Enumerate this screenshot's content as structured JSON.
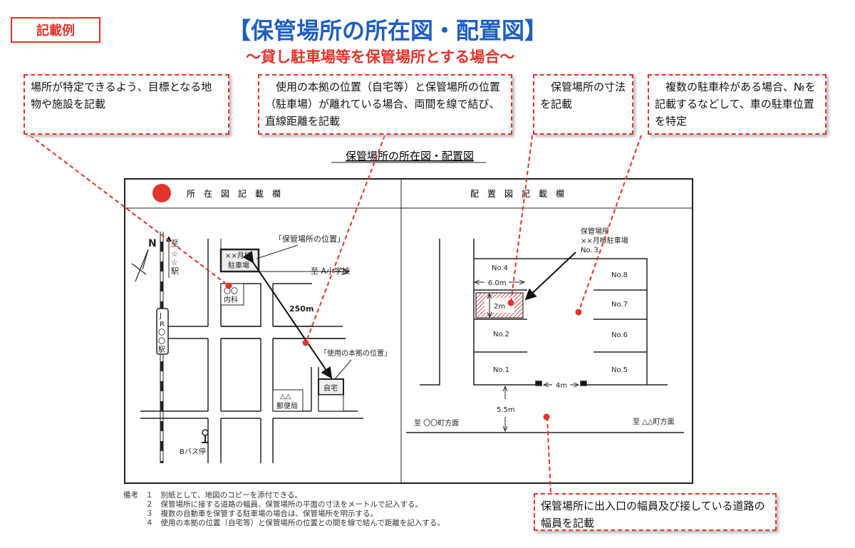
{
  "badge": "記載例",
  "title": "【保管場所の所在図・配置図】",
  "subtitle": "～貸し駐車場等を保管場所とする場合～",
  "callouts": [
    "場所が特定できるよう、目標となる地物や施設を記載",
    "使用の本拠の位置（自宅等）と保管場所の位置（駐車場）が離れている場合、両間を線で結び、直線距離を記載",
    "保管場所の寸法を記載",
    "複数の駐車枠がある場合、№を記載するなどして、車の駐車位置を特定",
    "保管場所に出入口の幅員及び接している道路の幅員を記載"
  ],
  "figure_title": "保管場所の所在図・配置図",
  "left_header": "所　在　図　記　載　欄",
  "right_header": "配　置　図　記　載　欄",
  "map": {
    "north": "N",
    "to_station": [
      "至",
      "☆",
      "☆",
      "駅"
    ],
    "station": [
      "J",
      "R",
      "〇",
      "〇",
      "駅"
    ],
    "parking_label": "「保管場所の位置」",
    "parking": [
      "××月極",
      "駐車場"
    ],
    "to_school": "至 A小学校",
    "clinic": [
      "〇〇",
      "内科"
    ],
    "distance": "250m",
    "home_label": "「使用の本拠の位置」",
    "home": "自宅",
    "post": [
      "△△",
      "郵便局"
    ],
    "bus": "Bバス停"
  },
  "layout": {
    "storage": [
      "保管場所",
      "××月極駐車場",
      "No.３"
    ],
    "stalls": [
      "No.4",
      "No.2",
      "No.1",
      "No.8",
      "No.7",
      "No.6",
      "No.5"
    ],
    "width": "6.0m",
    "depth": "2m",
    "gate": "4m",
    "road": "5.5m",
    "to_left": "至 〇〇町方面",
    "to_right": "至 △△町方面"
  },
  "notes": "備考　１　別紙として、地図のコピーを添付できる。\n　　　２　保管場所に接する道路の幅員、保管場所の平面の寸法をメートルで記入する。\n　　　３　複数の自動車を保管する駐車場の場合は、保管場所を明示する。\n　　　４　使用の本拠の位置（自宅等）と保管場所の位置との間を線で結んで距離を記入する。",
  "colors": {
    "accent_red": "#e0352b",
    "title_blue": "#1f5fbf"
  }
}
